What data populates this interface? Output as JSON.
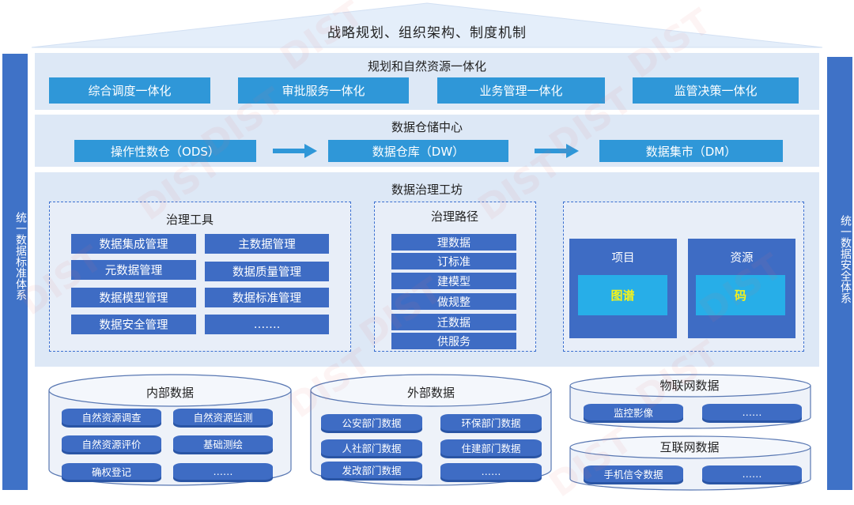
{
  "roof": {
    "title": "战略规划、组织架构、制度机制"
  },
  "left_bar": {
    "label": "统一数据标准体系"
  },
  "right_bar": {
    "label": "统一数据安全体系"
  },
  "planning": {
    "title": "规划和自然资源一体化",
    "items": [
      "综合调度一体化",
      "审批服务一体化",
      "业务管理一体化",
      "监管决策一体化"
    ]
  },
  "warehouse": {
    "title": "数据仓储中心",
    "items": [
      "操作性数仓（ODS）",
      "数据仓库（DW）",
      "数据集市（DM）"
    ]
  },
  "governance": {
    "title": "数据治理工坊",
    "tools": {
      "title": "治理工具",
      "items": [
        "数据集成管理",
        "主数据管理",
        "元数据管理",
        "数据质量管理",
        "数据模型管理",
        "数据标准管理",
        "数据安全管理",
        "……."
      ]
    },
    "path": {
      "title": "治理路径",
      "items": [
        "理数据",
        "订标准",
        "建模型",
        "做规整",
        "迁数据",
        "供服务"
      ]
    },
    "project": {
      "label": "项目",
      "inner": "图谱"
    },
    "resource": {
      "label": "资源",
      "inner": "码"
    }
  },
  "data_sources": {
    "internal": {
      "title": "内部数据",
      "items": [
        "自然资源调查",
        "自然资源监测",
        "自然资源评价",
        "基础测绘",
        "确权登记",
        "……"
      ]
    },
    "external": {
      "title": "外部数据",
      "items": [
        "公安部门数据",
        "环保部门数据",
        "人社部门数据",
        "住建部门数据",
        "发改部门数据",
        "……"
      ]
    },
    "iot": {
      "title": "物联网数据",
      "items": [
        "监控影像",
        "……"
      ]
    },
    "internet": {
      "title": "互联网数据",
      "items": [
        "手机信令数据",
        "……"
      ]
    }
  },
  "watermark": "DIST",
  "colors": {
    "side_bar": "#3f72c7",
    "band_bg": "#dde8f6",
    "light_btn": "#2f97d8",
    "dark_btn": "#3e6cc4",
    "highlight_text": "#f5f31a"
  }
}
